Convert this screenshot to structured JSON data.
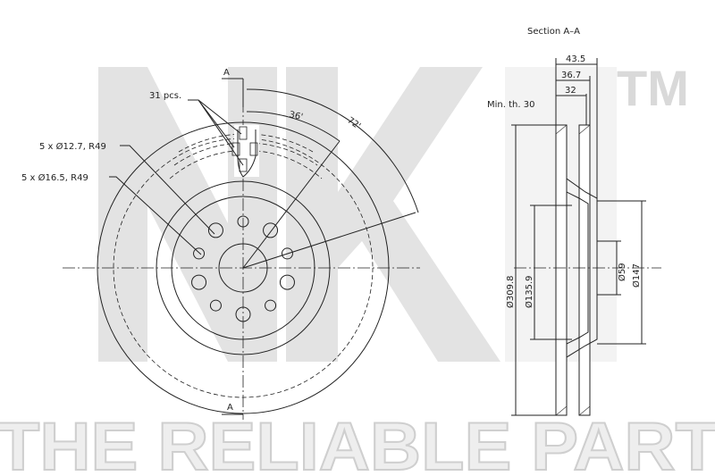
{
  "watermark": {
    "brand": "NK",
    "trademark": "TM",
    "slogan": "THE RELIABLE PART"
  },
  "front_view": {
    "section_marker_top": "A",
    "section_marker_bottom": "A",
    "vanes_label": "31 pcs.",
    "angle_small": "36'",
    "angle_large": "72'",
    "hole_small_label": "5 x Ø12.7, R49",
    "hole_large_label": "5 x Ø16.5, R49"
  },
  "section_view": {
    "title": "Section A–A",
    "dim_total_thickness": "43.5",
    "dim_hat_height": "36.7",
    "dim_thickness": "32",
    "min_thickness": "Min. th. 30",
    "dia_outer": "Ø309.8",
    "dia_hat": "Ø135.9",
    "dia_center": "Ø59",
    "dia_hat_outer": "Ø147"
  }
}
